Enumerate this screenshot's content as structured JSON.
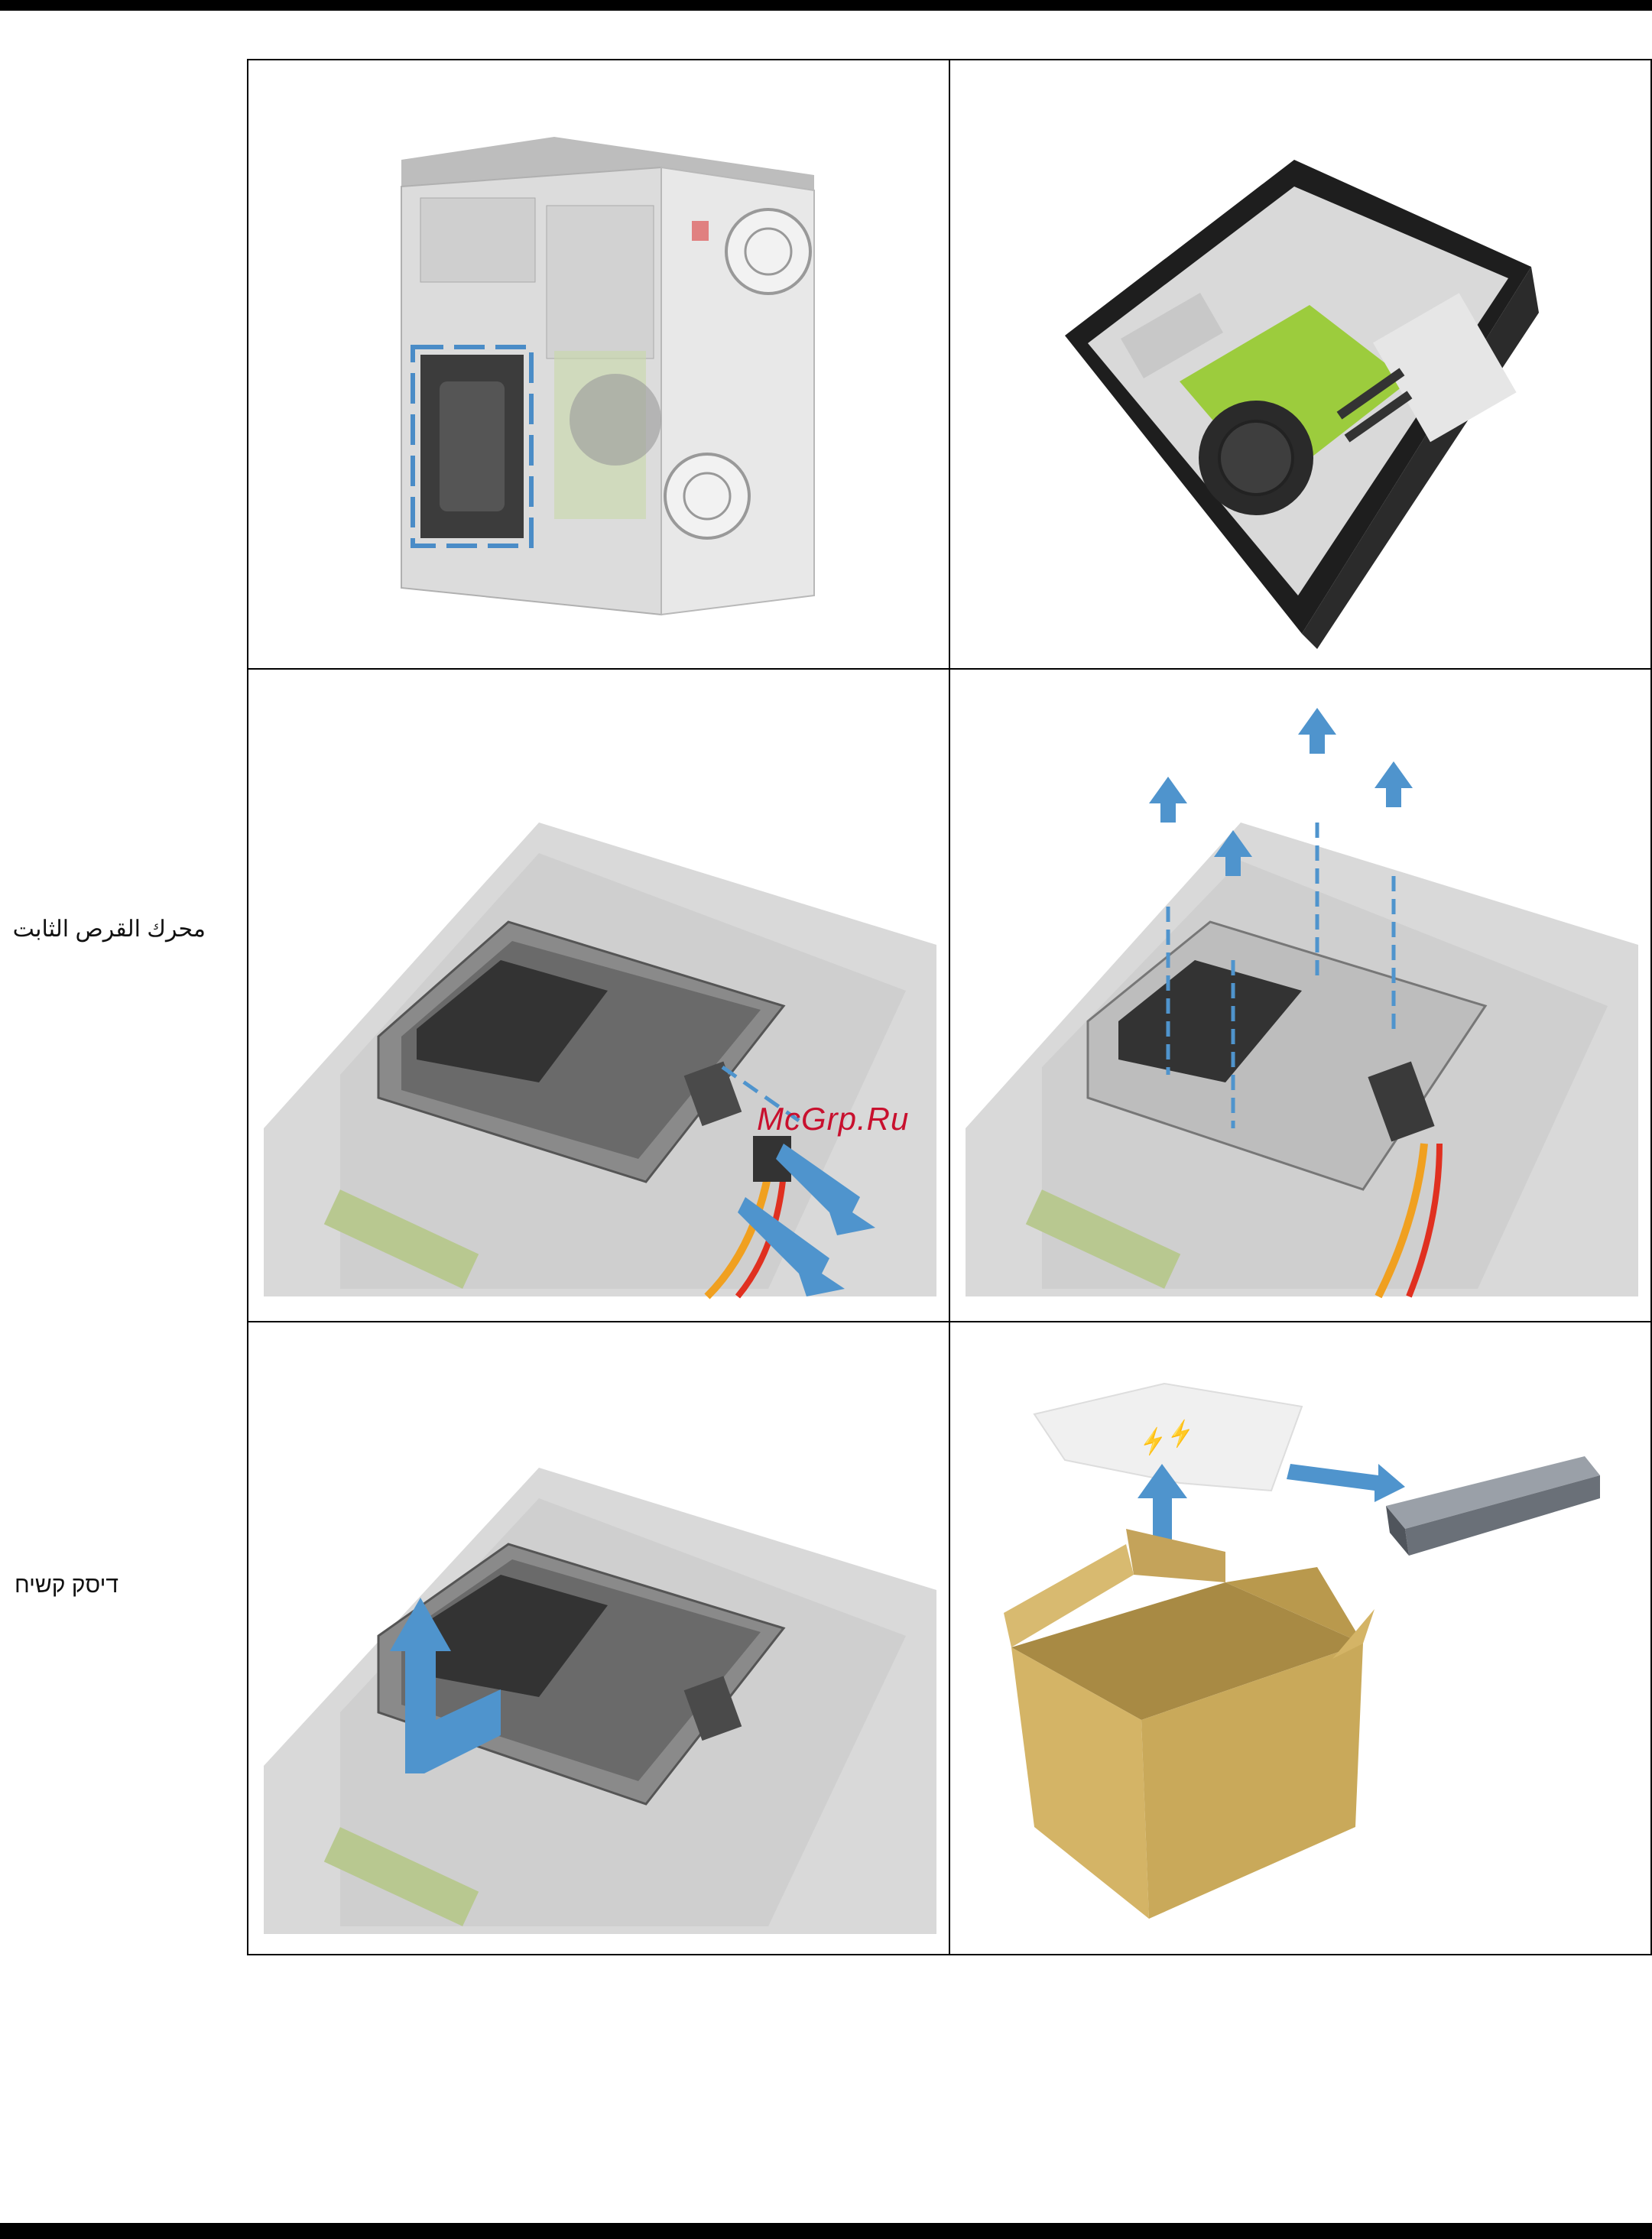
{
  "side_labels": {
    "arabic": "محرك القرص الثابت",
    "hebrew": "דיסק קשיח"
  },
  "watermark": "McGrp.Ru",
  "panels": [
    {
      "name": "tower-with-drive-cage-outline",
      "icon": "desktop-tower-illustration"
    },
    {
      "name": "open-chassis-lying-flat",
      "icon": "open-case-motherboard-illustration"
    },
    {
      "name": "disconnect-cables-from-drive-cage",
      "icon": "cable-disconnect-illustration"
    },
    {
      "name": "remove-screws-from-drive-cage",
      "icon": "screw-removal-illustration"
    },
    {
      "name": "lift-drive-cage-out",
      "icon": "cage-lift-illustration"
    },
    {
      "name": "unpack-new-hard-drive",
      "icon": "unboxing-hard-drive-illustration"
    }
  ],
  "colors": {
    "arrow": "#4f94cd",
    "dash_outline": "#4a8cc7",
    "motherboard": "#9ccc3d",
    "cardboard": "#c9a95a",
    "watermark": "#c8102e"
  }
}
